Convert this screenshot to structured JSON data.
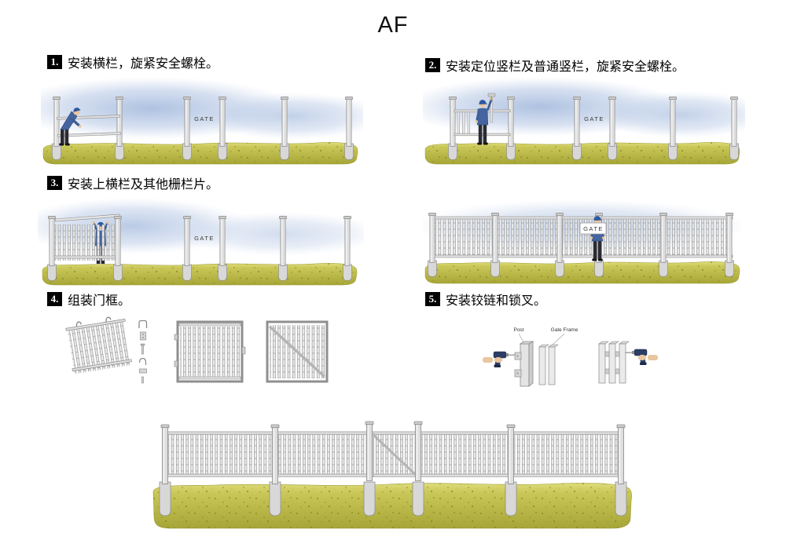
{
  "title": "AF",
  "steps": [
    {
      "num": "1.",
      "label": "安装横栏，旋紧安全螺栓。"
    },
    {
      "num": "2.",
      "label": "安装定位竖栏及普通竖栏，旋紧安全螺栓。"
    },
    {
      "num": "3.",
      "label": "安装上横栏及其他栅栏片。"
    },
    {
      "num": "4.",
      "label": "组装门框。"
    },
    {
      "num": "5.",
      "label": "安装铰链和锁叉。"
    }
  ],
  "illustration_labels": {
    "gate": "GATE",
    "post": "Post",
    "gate_frame": "Gate Frame"
  },
  "colors": {
    "grass": "#c3c151",
    "grass_dark": "#a8a73a",
    "sky": "#a9bedf",
    "metal": "#dedede",
    "metal_outline": "#8a8a8a",
    "worker_shirt": "#44659f",
    "worker_pants": "#2b2b33",
    "step_badge_bg": "#000000",
    "step_badge_text": "#ffffff"
  }
}
